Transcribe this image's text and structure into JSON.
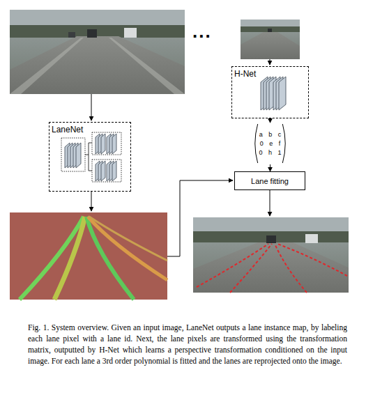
{
  "diagram": {
    "caption": "Fig. 1. System overview. Given an input image, LaneNet outputs a lane instance map, by labeling each lane pixel with a lane id. Next, the lane pixels are transformed using the transformation matrix, outputted by H-Net which learns a perspective transformation conditioned on the input image. For each lane a 3rd order polynomial is fitted and the lanes are reprojected onto the image.",
    "nodes": [
      {
        "text": [
          "LaneNet"
        ]
      },
      {
        "text": [
          "H-Net"
        ]
      },
      {
        "text": [
          "a b c",
          "0 e f",
          "0 h 1"
        ]
      },
      {
        "text": [
          "Lane fitting"
        ]
      }
    ],
    "edges": [
      {
        "from": 1,
        "to": 2,
        "arrow": "to"
      },
      {
        "from": 2,
        "to": 3,
        "arrow": "to"
      }
    ],
    "labels": [
      "..."
    ]
  }
}
